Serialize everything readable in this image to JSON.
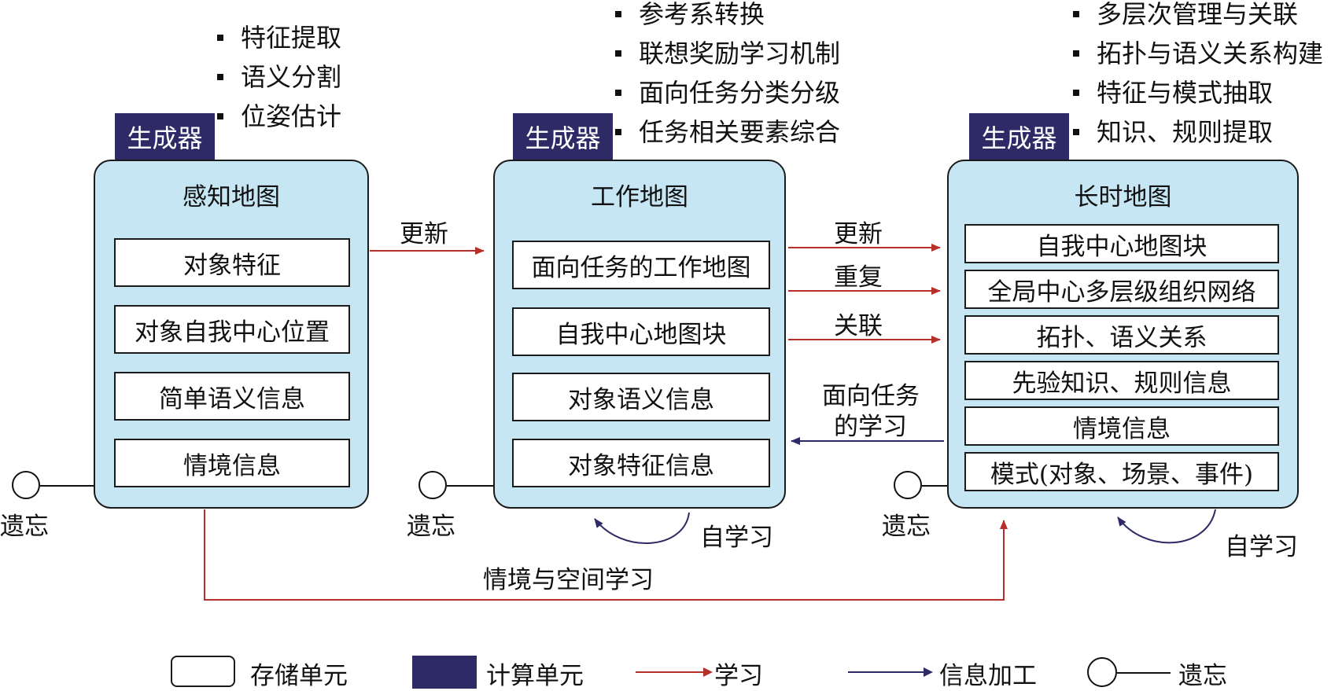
{
  "colors": {
    "map_fill": "#c6e6f4",
    "generator": "#2e2a66",
    "learning_arrow": "#b5302a",
    "processing_arrow": "#2e2a66"
  },
  "maps": [
    {
      "generator": "生成器",
      "title": "感知地图",
      "items": [
        "对象特征",
        "对象自我中心位置",
        "简单语义信息",
        "情境信息"
      ],
      "generator_tasks": [
        "特征提取",
        "语义分割",
        "位姿估计"
      ],
      "forget": "遗忘"
    },
    {
      "generator": "生成器",
      "title": "工作地图",
      "items": [
        "面向任务的工作地图",
        "自我中心地图块",
        "对象语义信息",
        "对象特征信息"
      ],
      "generator_tasks": [
        "参考系转换",
        "联想奖励学习机制",
        "面向任务分类分级",
        "任务相关要素综合"
      ],
      "forget": "遗忘",
      "self_learning": "自学习"
    },
    {
      "generator": "生成器",
      "title": "长时地图",
      "items": [
        "自我中心地图块",
        "全局中心多层级组织网络",
        "拓扑、语义关系",
        "先验知识、规则信息",
        "情境信息",
        "模式(对象、场景、事件)"
      ],
      "generator_tasks": [
        "多层次管理与关联",
        "拓扑与语义关系构建",
        "特征与模式抽取",
        "知识、规则提取"
      ],
      "forget": "遗忘",
      "self_learning": "自学习"
    }
  ],
  "links": {
    "perception_to_working": "更新",
    "working_to_longterm": [
      "更新",
      "重复",
      "关联"
    ],
    "longterm_to_working": [
      "面向任务",
      "的学习"
    ],
    "perception_to_longterm": "情境与空间学习"
  },
  "legend": {
    "storage": "存储单元",
    "compute": "计算单元",
    "learning": "学习",
    "processing": "信息加工",
    "forget": "遗忘"
  }
}
